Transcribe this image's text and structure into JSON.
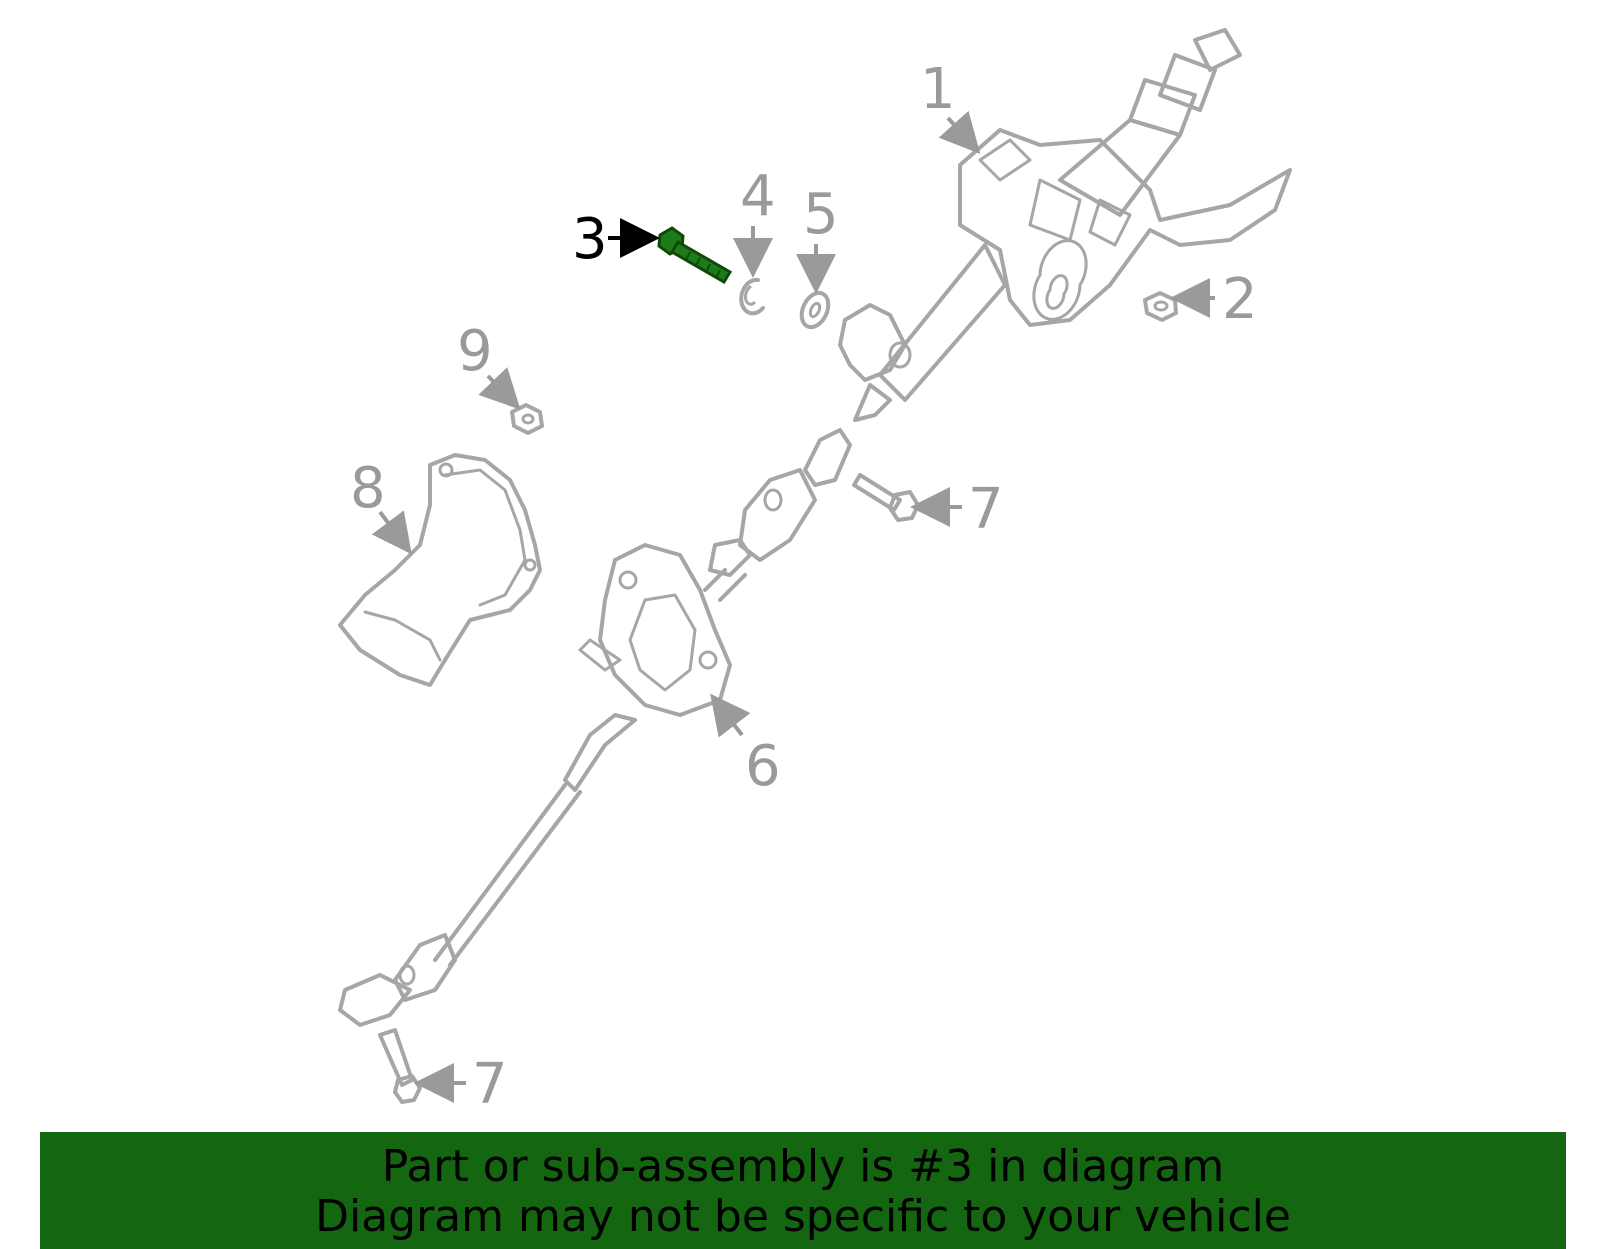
{
  "callouts": {
    "c1": "1",
    "c2": "2",
    "c3": "3",
    "c4": "4",
    "c5": "5",
    "c6": "6",
    "c7a": "7",
    "c7b": "7",
    "c8": "8",
    "c9": "9"
  },
  "highlighted_part": "3",
  "colors": {
    "part_stroke": "#a6a6a6",
    "callout_text": "#9a9a9a",
    "highlight_part": "#1f7a1a",
    "banner_bg": "#146610"
  },
  "banner": {
    "line1": "Part or sub-assembly is #3 in diagram",
    "line2": "Diagram may not be specific to your vehicle"
  }
}
